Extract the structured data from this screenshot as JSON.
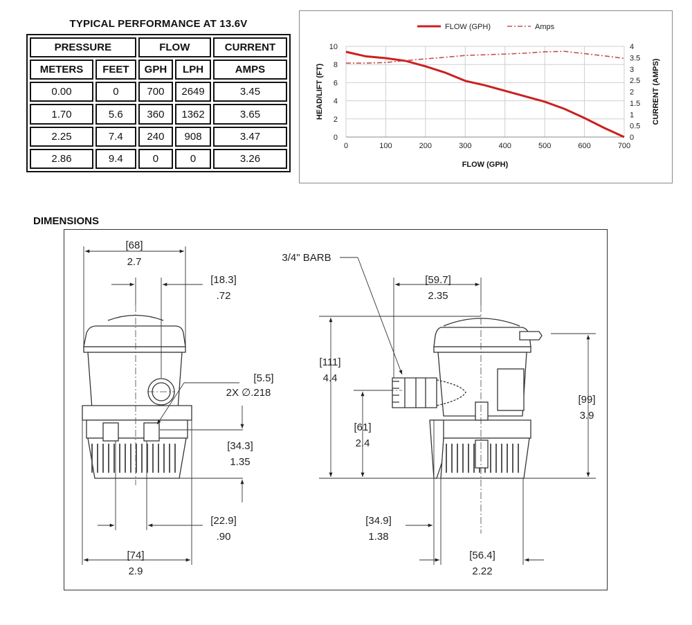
{
  "performance": {
    "title": "TYPICAL PERFORMANCE AT 13.6V",
    "group_headers": [
      "PRESSURE",
      "FLOW",
      "CURRENT"
    ],
    "column_headers": [
      "METERS",
      "FEET",
      "GPH",
      "LPH",
      "AMPS"
    ],
    "rows": [
      [
        "0.00",
        "0",
        "700",
        "2649",
        "3.45"
      ],
      [
        "1.70",
        "5.6",
        "360",
        "1362",
        "3.65"
      ],
      [
        "2.25",
        "7.4",
        "240",
        "908",
        "3.47"
      ],
      [
        "2.86",
        "9.4",
        "0",
        "0",
        "3.26"
      ]
    ]
  },
  "chart_data": {
    "type": "line",
    "xlabel": "FLOW (GPH)",
    "ylabel": "HEAD/LIFT (FT)",
    "y2label": "CURRENT (AMPS)",
    "xlim": [
      0,
      700
    ],
    "ylim": [
      0,
      10
    ],
    "y2lim": [
      0,
      4
    ],
    "xticks": [
      "0",
      "100",
      "200",
      "300",
      "400",
      "500",
      "600",
      "700"
    ],
    "yticks": [
      "0",
      "2",
      "4",
      "6",
      "8",
      "10"
    ],
    "y2ticks": [
      "0",
      "0.5",
      "1",
      "1.5",
      "2",
      "2.5",
      "3",
      "3.5",
      "4"
    ],
    "grid": true,
    "legend_position": "top",
    "series": [
      {
        "name": "FLOW (GPH)",
        "axis": "left",
        "style": "solid",
        "color": "#cc1f1f",
        "x": [
          0,
          50,
          100,
          150,
          200,
          250,
          300,
          350,
          400,
          450,
          500,
          550,
          600,
          650,
          700
        ],
        "y": [
          9.4,
          8.9,
          8.7,
          8.4,
          7.8,
          7.1,
          6.2,
          5.7,
          5.1,
          4.5,
          3.9,
          3.1,
          2.1,
          1.0,
          0.0
        ]
      },
      {
        "name": "Amps",
        "axis": "right",
        "style": "dash-dot",
        "color": "#c0504d",
        "x": [
          0,
          50,
          100,
          150,
          200,
          250,
          300,
          350,
          400,
          450,
          500,
          550,
          600,
          650,
          700
        ],
        "y": [
          3.26,
          3.26,
          3.29,
          3.37,
          3.45,
          3.52,
          3.6,
          3.63,
          3.66,
          3.7,
          3.76,
          3.78,
          3.68,
          3.58,
          3.47
        ]
      }
    ]
  },
  "dimensions": {
    "title": "DIMENSIONS",
    "labels": {
      "w68": "[68]",
      "w27": "2.7",
      "o183": "[18.3]",
      "o72": ".72",
      "h55": "[5.5]",
      "h218": "2X ∅.218",
      "v343": "[34.3]",
      "v135": "1.35",
      "b229": "[22.9]",
      "b90": ".90",
      "w74": "[74]",
      "w29": "2.9",
      "barb": "3/4\" BARB",
      "w597": "[59.7]",
      "w235": "2.35",
      "h111": "[111]",
      "h44": "4.4",
      "h61": "[61]",
      "h24": "2.4",
      "h99": "[99]",
      "h39": "3.9",
      "b349": "[34.9]",
      "b138": "1.38",
      "b564": "[56.4]",
      "b222": "2.22"
    }
  }
}
